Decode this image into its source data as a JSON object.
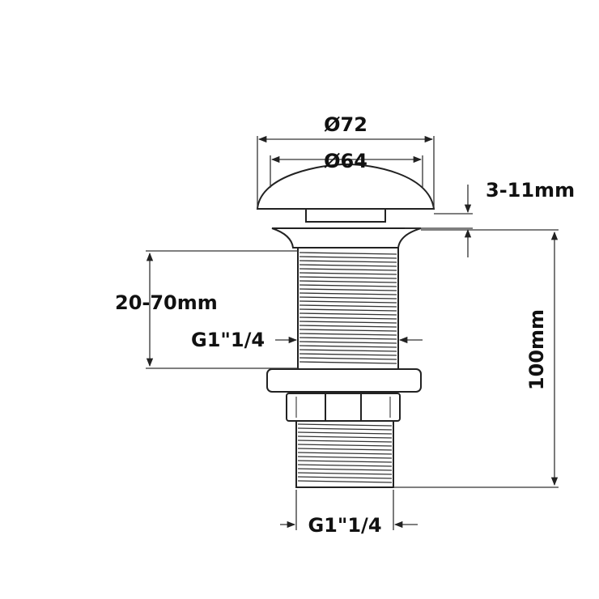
{
  "labels": {
    "diameter_outer": "Ø72",
    "diameter_inner": "Ø64",
    "cap_gap": "3-11mm",
    "thickness_range": "20-70mm",
    "thread_upper": "G1\"1/4",
    "height": "100mm",
    "thread_lower": "G1\"1/4"
  },
  "colors": {
    "line": "#222222",
    "dim_line": "#444444",
    "fill": "#ffffff"
  }
}
